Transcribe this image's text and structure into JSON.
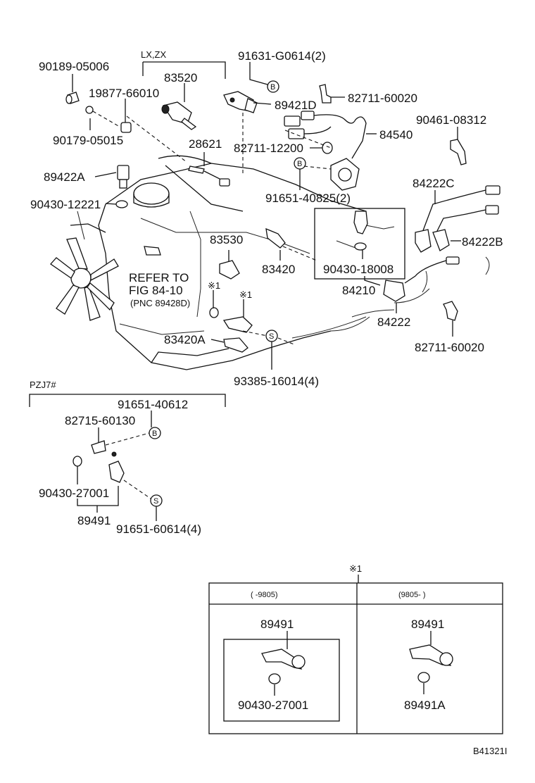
{
  "labels": {
    "p90189": "90189-05006",
    "lxzx": "LX,ZX",
    "p83520": "83520",
    "p91631": "91631-G0614(2)",
    "p82711a": "82711-60020",
    "p19877": "19877-66010",
    "p89421d": "89421D",
    "p90461": "90461-08312",
    "p84540": "84540",
    "p90179": "90179-05015",
    "p28621": "28621",
    "p82711b": "82711-12200",
    "p89422a": "89422A",
    "p84222c": "84222C",
    "p91651a": "91651-40825(2)",
    "p90430a": "90430-12221",
    "p83530": "83530",
    "p84222b": "84222B",
    "refer1": "REFER TO",
    "refer2": "FIG 84-10",
    "refer3": "(PNC 89428D)",
    "p83420": "83420",
    "p90430b": "90430-18008",
    "p84210": "84210",
    "note1": "※1",
    "note2": "※1",
    "p84222": "84222",
    "p83420a": "83420A",
    "p82711c": "82711-60020",
    "p93385": "93385-16014(4)",
    "pzj7": "PZJ7#",
    "p91651b": "91651-40612",
    "p82715": "82715-60130",
    "p90430c": "90430-27001",
    "p89491a": "89491",
    "p91651c": "91651-60614(4)",
    "table_note": "※1",
    "col1_header": "(      -9805)",
    "col2_header": "(9805-      )",
    "col1_part": "89491",
    "col1_sub": "90430-27001",
    "col2_part": "89491",
    "col2_sub": "89491A",
    "figure_id": "B41321I"
  },
  "markers": {
    "b": "B",
    "s": "S"
  }
}
